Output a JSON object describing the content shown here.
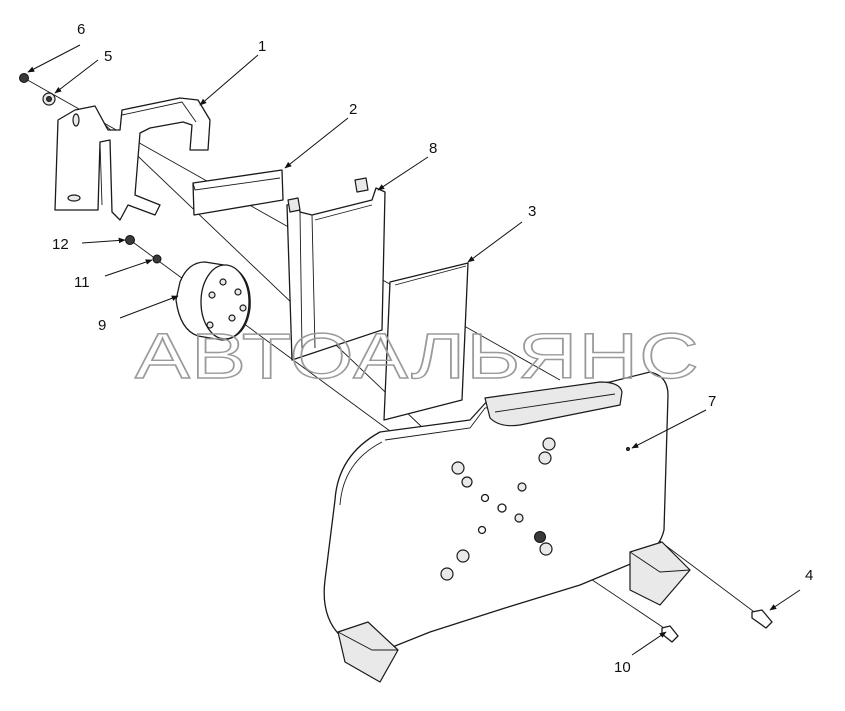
{
  "watermark": "АВТОАЛЬЯНС",
  "callouts": [
    "1",
    "2",
    "3",
    "4",
    "5",
    "6",
    "7",
    "8",
    "9",
    "10",
    "11",
    "12"
  ]
}
